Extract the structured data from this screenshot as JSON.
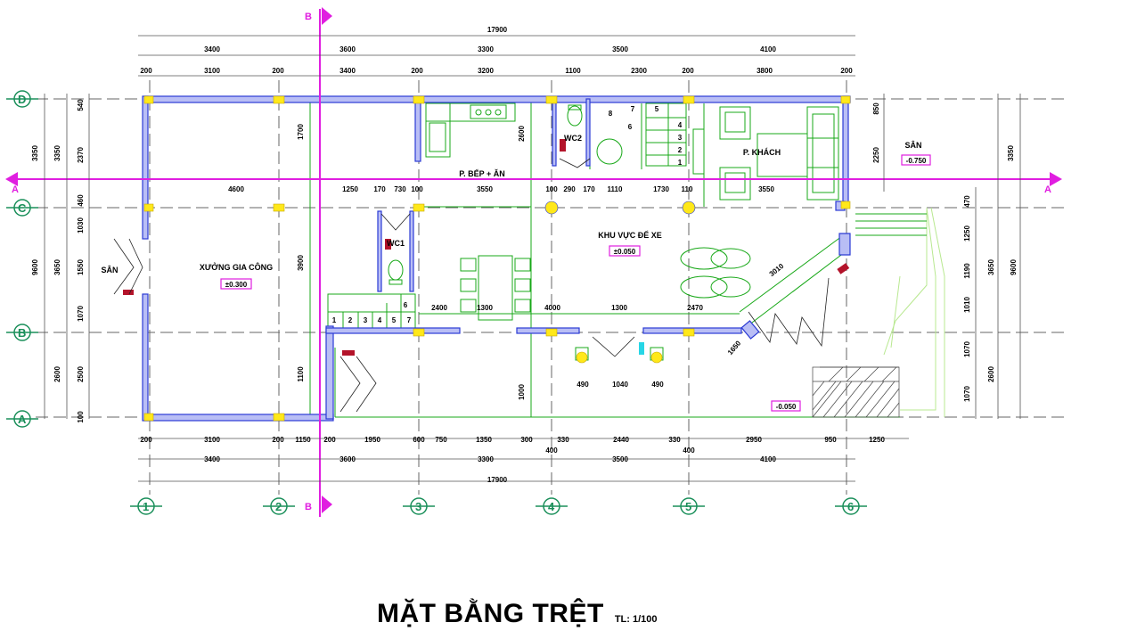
{
  "title": "MẶT BẰNG TRỆT",
  "scale": "TL: 1/100",
  "section_labels": {
    "a": "A",
    "b": "B"
  },
  "axes_columns": [
    "1",
    "2",
    "3",
    "4",
    "5",
    "6"
  ],
  "axes_rows": [
    "D",
    "C",
    "B",
    "A"
  ],
  "rooms": {
    "workshop": "XƯỞNG GIA CÔNG",
    "kitchen": "P. BẾP + ĂN",
    "living": "P. KHÁCH",
    "parking": "KHU VỰC ĐỂ XE",
    "wc1": "WC1",
    "wc2": "WC2",
    "yard_left": "SÂN",
    "yard_right": "SÂN"
  },
  "levels": {
    "workshop": "±0.300",
    "parking": "±0.050",
    "yard_right": "-0.750",
    "entrance": "-0.050"
  },
  "dims_top_total": "17900",
  "dims_top_row1": [
    "3400",
    "3600",
    "3300",
    "3500",
    "4100"
  ],
  "dims_top_row2": [
    "200",
    "3100",
    "200",
    "3400",
    "200",
    "3200",
    "1100",
    "2300",
    "200",
    "3800",
    "200"
  ],
  "dims_bottom_row1": [
    "200",
    "3100",
    "200",
    "1150",
    "200",
    "1950",
    "600",
    "750",
    "1350",
    "300",
    "330",
    "2440",
    "330",
    "2950",
    "950",
    "1250"
  ],
  "dims_bottom_row2": [
    "3400",
    "3600",
    "3300",
    "3500",
    "4100"
  ],
  "dims_bottom_mid": [
    "400",
    "400"
  ],
  "dims_bottom_total": "17900",
  "dims_left_outer": [
    "3350",
    "3650",
    "2600"
  ],
  "dims_left_total": "9600",
  "dims_left_inner": [
    "540",
    "2370",
    "460",
    "1030",
    "1550",
    "1070",
    "2500",
    "100"
  ],
  "dims_right_outer": [
    "3350",
    "3650",
    "2600"
  ],
  "dims_right_total": "9600",
  "dims_right_inner": [
    "470",
    "1250",
    "1190",
    "1010",
    "1070",
    "1070"
  ],
  "dims_right_small": [
    "850",
    "2250"
  ],
  "dims_mid_row": [
    "4600",
    "1250",
    "170",
    "730",
    "100",
    "3550",
    "100",
    "290",
    "170",
    "1110",
    "1730",
    "110",
    "3550"
  ],
  "dims_vertical_mid": [
    "1700",
    "3900",
    "1100",
    "2600",
    "1000"
  ],
  "dims_kitchen_lower": [
    "2400",
    "1300",
    "4000",
    "1300",
    "2470"
  ],
  "dims_entrance": [
    "490",
    "1040",
    "490"
  ],
  "dims_diagonal": [
    "3010",
    "1650"
  ],
  "stair_numbers": [
    "1",
    "2",
    "3",
    "4",
    "5",
    "6",
    "7"
  ],
  "stair_numbers_upper": [
    "1",
    "2",
    "3",
    "4",
    "5",
    "6",
    "7",
    "8"
  ]
}
